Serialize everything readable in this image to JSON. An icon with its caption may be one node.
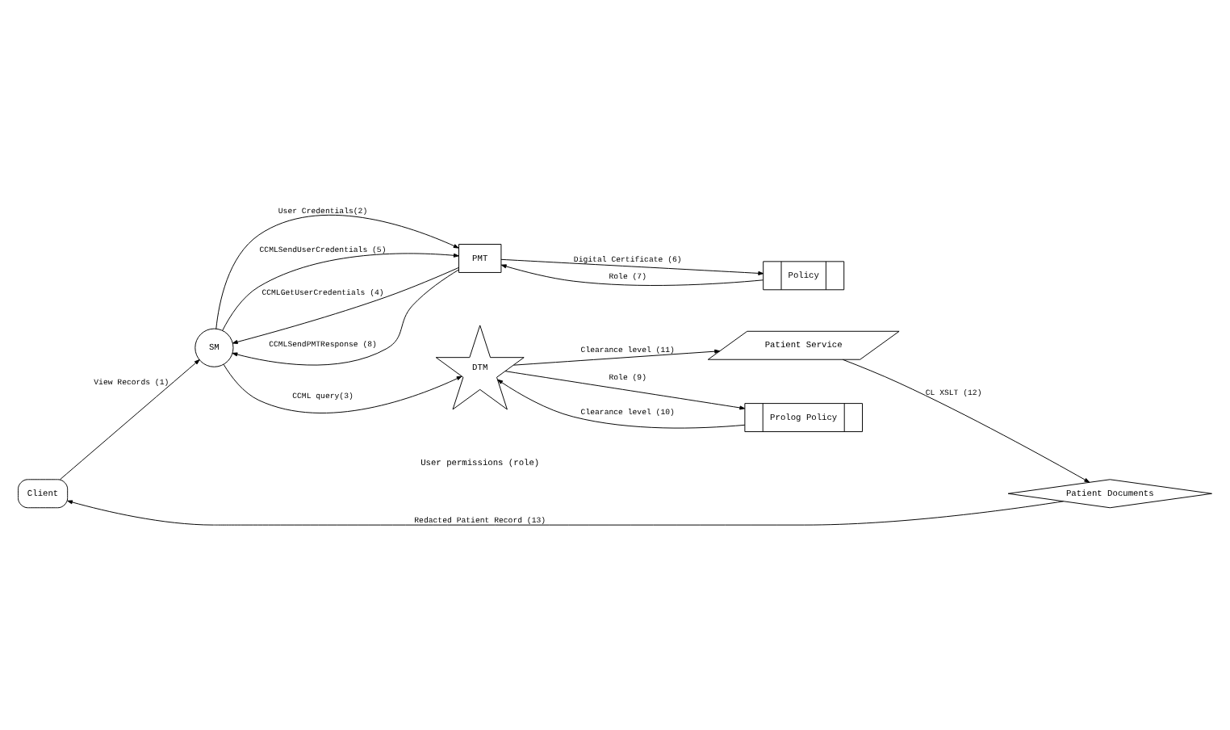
{
  "diagram": {
    "nodes": [
      {
        "text": [
          "Client"
        ]
      },
      {
        "text": [
          "SM"
        ]
      },
      {
        "text": [
          "PMT"
        ]
      },
      {
        "text": [
          "Policy"
        ]
      },
      {
        "text": [
          "DTM"
        ]
      },
      {
        "text": [
          "Patient Service"
        ]
      },
      {
        "text": [
          "Prolog Policy"
        ]
      },
      {
        "text": [
          "Patient Documents"
        ]
      }
    ],
    "edges": [
      {
        "from": 0,
        "to": 1,
        "arrow": "to",
        "label": "View Records (1)"
      },
      {
        "from": 1,
        "to": 2,
        "arrow": "to",
        "label": "User Credentials(2)"
      },
      {
        "from": 1,
        "to": 4,
        "arrow": "to",
        "label": "CCML query(3)"
      },
      {
        "from": 2,
        "to": 1,
        "arrow": "to",
        "label": "CCMLGetUserCredentials (4)"
      },
      {
        "from": 1,
        "to": 2,
        "arrow": "to",
        "label": "CCMLSendUserCredentials (5)"
      },
      {
        "from": 2,
        "to": 3,
        "arrow": "to",
        "label": "Digital Certificate (6)"
      },
      {
        "from": 3,
        "to": 2,
        "arrow": "to",
        "label": "Role (7)"
      },
      {
        "from": 2,
        "to": 1,
        "arrow": "to",
        "label": "CCMLSendPMTResponse (8)"
      },
      {
        "from": 4,
        "to": 6,
        "arrow": "to",
        "label": "Role (9)"
      },
      {
        "from": 6,
        "to": 4,
        "arrow": "to",
        "label": "Clearance level (10)"
      },
      {
        "from": 4,
        "to": 5,
        "arrow": "to",
        "label": "Clearance level (11)"
      },
      {
        "from": 5,
        "to": 7,
        "arrow": "to",
        "label": "CL XSLT (12)"
      },
      {
        "from": 7,
        "to": 0,
        "arrow": "to",
        "label": "Redacted Patient Record (13)"
      }
    ],
    "labels": [
      "User permissions (role)"
    ]
  }
}
